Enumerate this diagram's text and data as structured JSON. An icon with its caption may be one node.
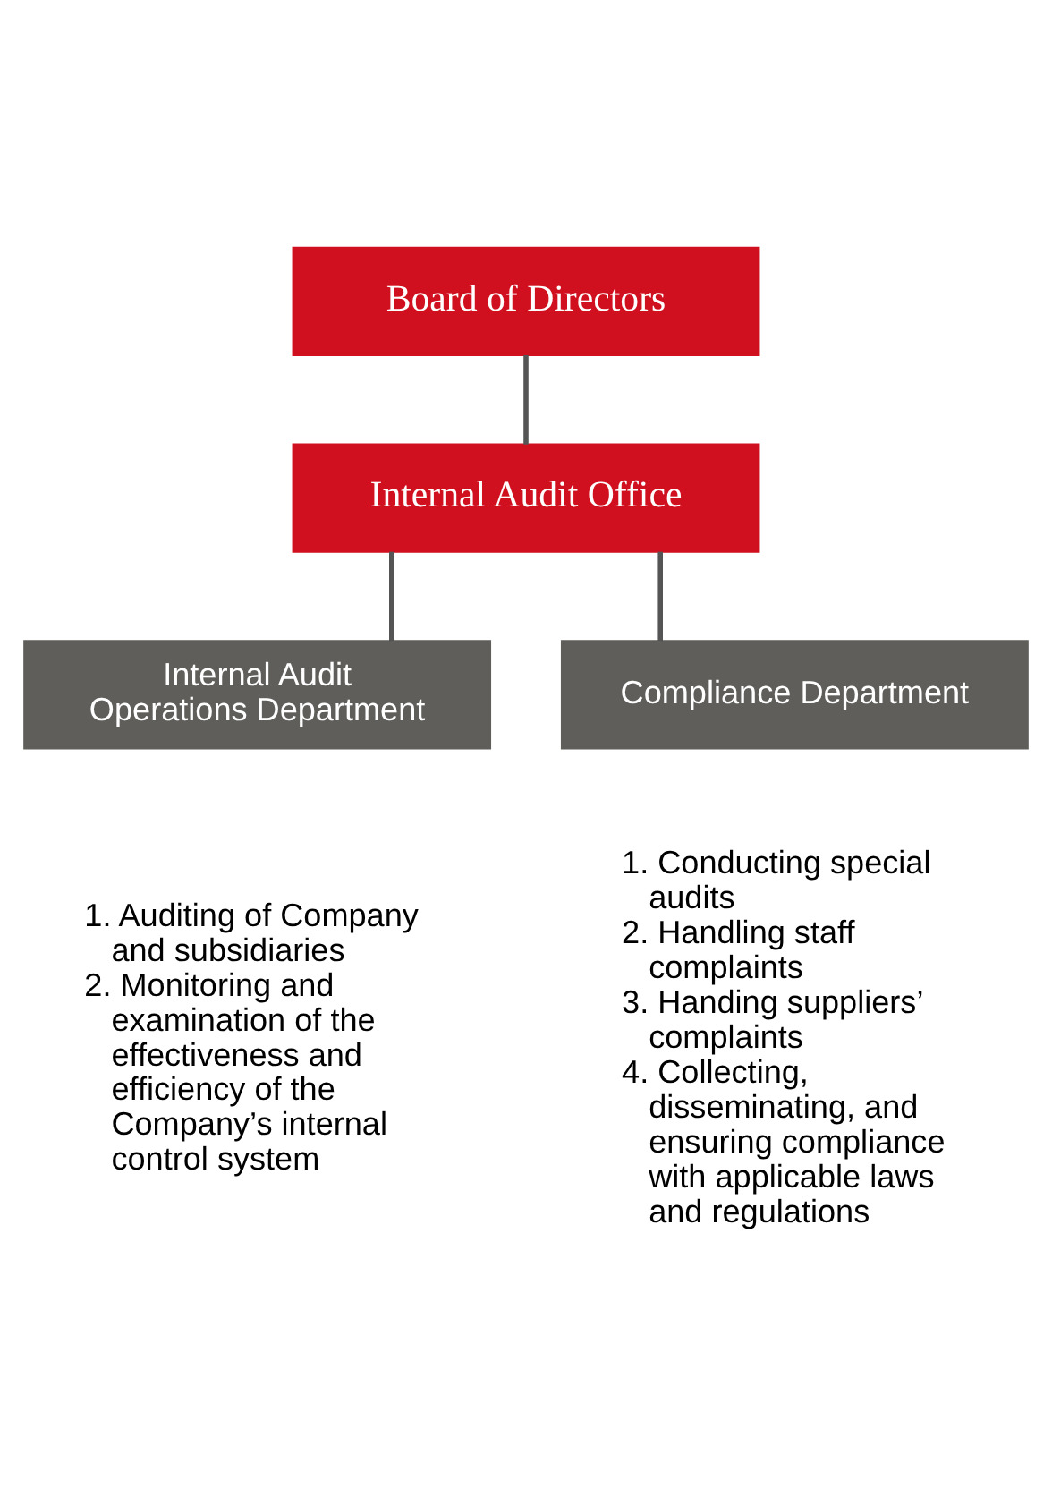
{
  "diagram": {
    "nodes": [
      {
        "text": [
          "Board of Directors"
        ]
      },
      {
        "text": [
          "Internal Audit Office"
        ]
      },
      {
        "text": [
          "Internal Audit Operations Department"
        ],
        "beside": [
          "1. Auditing of Company and subsidiaries",
          "2. Monitoring and examination of the effectiveness and efficiency of the Company’s internal control system"
        ]
      },
      {
        "text": [
          "Compliance Department"
        ],
        "beside": [
          "1. Conducting special audits",
          "2. Handling staff complaints",
          "3. Handing suppliers’ complaints",
          "4. Collecting, disseminating, and ensuring compliance with applicable laws and regulations"
        ]
      }
    ],
    "edges": [
      {
        "from": 0,
        "to": 1,
        "arrow": "none"
      },
      {
        "from": 1,
        "to": 2,
        "arrow": "none"
      },
      {
        "from": 1,
        "to": 3,
        "arrow": "none"
      }
    ]
  }
}
